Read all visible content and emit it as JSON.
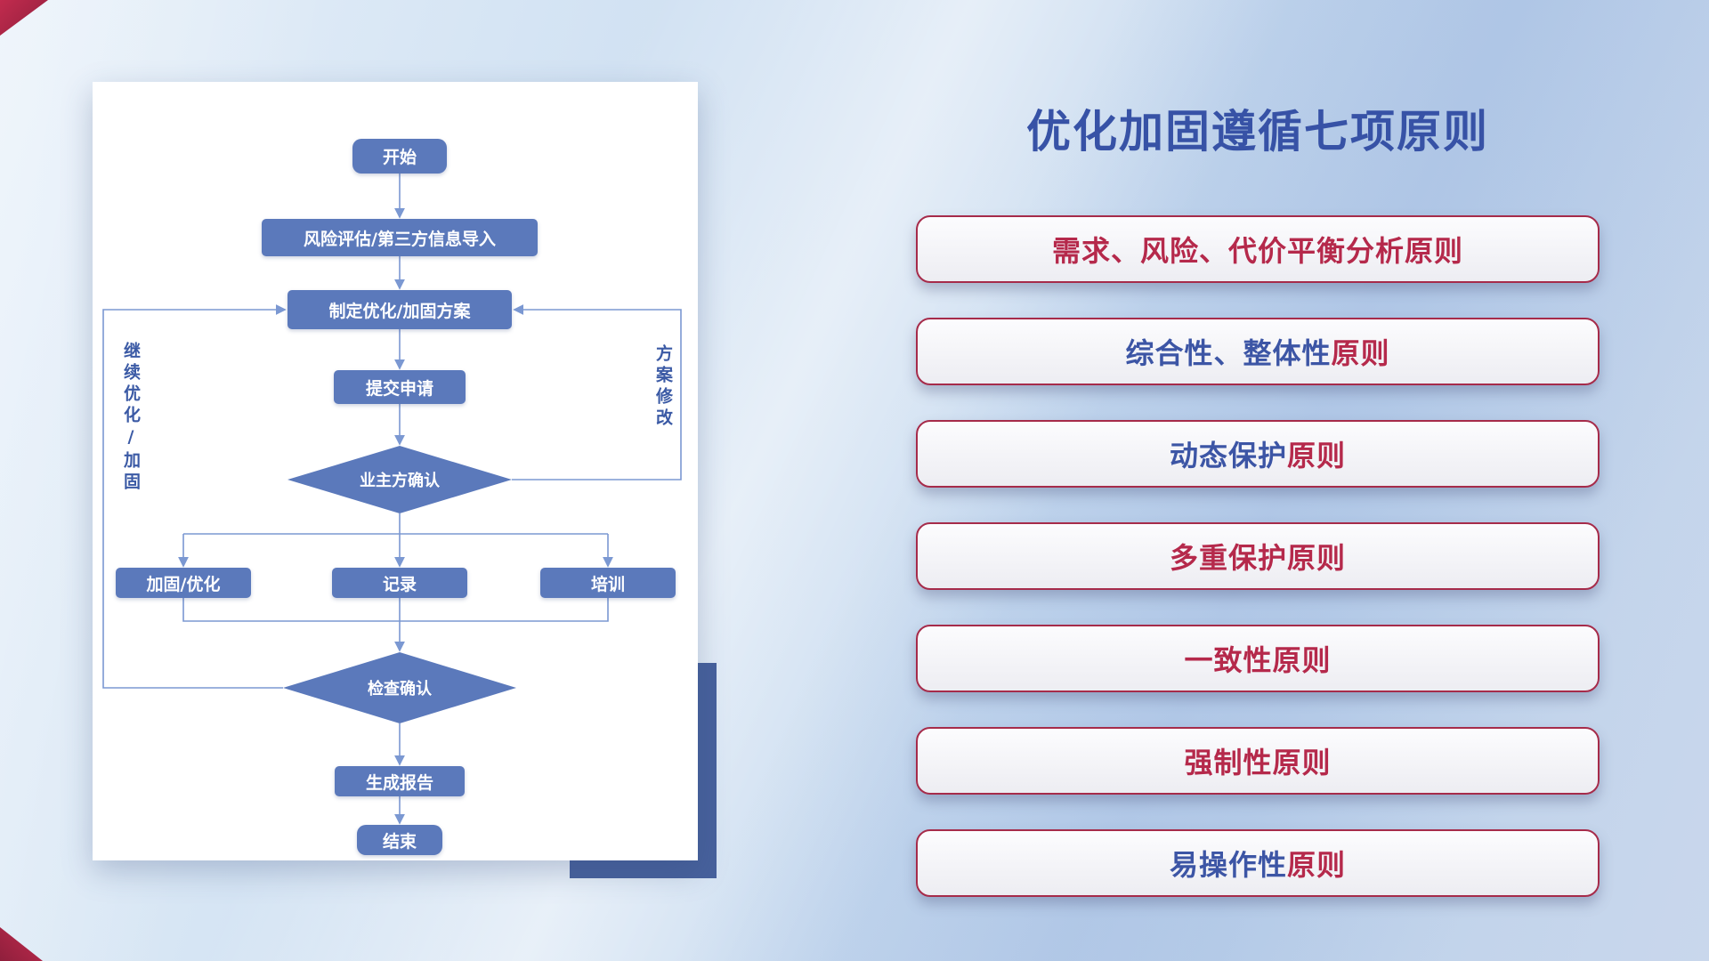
{
  "colors": {
    "flow-node": "#5b79bb",
    "flow-line": "#7b98d2",
    "label-blue": "#3b5aa5",
    "title-blue": "#3752a6",
    "principle-red": "#a62b4a",
    "accent-red": "#c22b4e",
    "shadow-rect": "#47619c"
  },
  "flowchart": {
    "nodes": {
      "start": "开始",
      "risk_import": "风险评估/第三方信息导入",
      "make_plan": "制定优化/加固方案",
      "submit": "提交申请",
      "owner_confirm": "业主方确认",
      "reinforce": "加固/优化",
      "record": "记录",
      "training": "培训",
      "check_confirm": "检查确认",
      "report": "生成报告",
      "end": "结束"
    },
    "labels": {
      "left_loop": "继续优化/加固",
      "right_loop": "方案修改"
    }
  },
  "principles": {
    "title": "优化加固遵循七项原则",
    "palette": {
      "red": "#b5294b",
      "blue": "#3c55a5"
    },
    "items": [
      {
        "segments": [
          {
            "text": "需求、风险、代价平衡分析原则",
            "color": "red"
          }
        ]
      },
      {
        "segments": [
          {
            "text": "综合性、整体性",
            "color": "blue"
          },
          {
            "text": "原则",
            "color": "red"
          }
        ]
      },
      {
        "segments": [
          {
            "text": "动态保护",
            "color": "blue"
          },
          {
            "text": "原则",
            "color": "red"
          }
        ]
      },
      {
        "segments": [
          {
            "text": "多重保护原则",
            "color": "red"
          }
        ]
      },
      {
        "segments": [
          {
            "text": "一致性原则",
            "color": "red"
          }
        ]
      },
      {
        "segments": [
          {
            "text": "强制性原则",
            "color": "red"
          }
        ]
      },
      {
        "segments": [
          {
            "text": "易操作性",
            "color": "blue"
          },
          {
            "text": "原则",
            "color": "red"
          }
        ]
      }
    ]
  }
}
